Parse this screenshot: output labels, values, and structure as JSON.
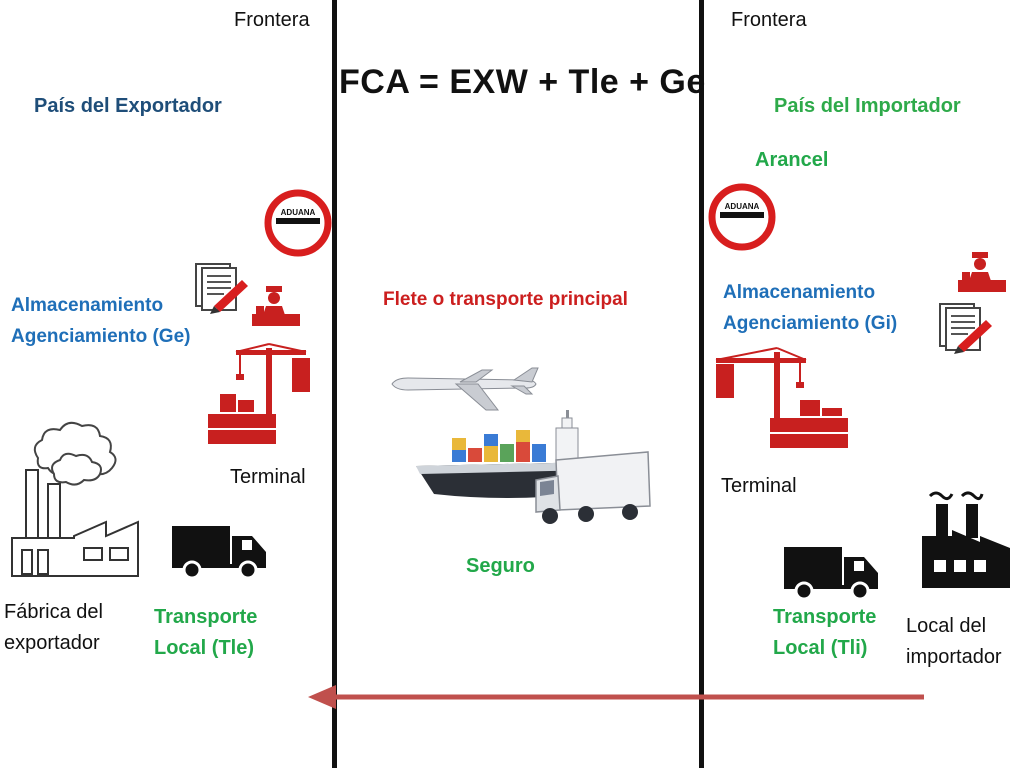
{
  "borders": {
    "left": "Frontera",
    "right": "Frontera"
  },
  "title": "FCA = EXW + Tle + Ge",
  "exporter": {
    "country": "País del Exportador",
    "storage_line1": "Almacenamiento",
    "storage_line2": "Agenciamiento (Ge)",
    "terminal": "Terminal",
    "factory_line1": "Fábrica del",
    "factory_line2": "exportador",
    "transport_line1": "Transporte",
    "transport_line2": "Local (Tle)",
    "customs_sign": "ADUANA"
  },
  "importer": {
    "country": "País del Importador",
    "tariff": "Arancel",
    "storage_line1": "Almacenamiento",
    "storage_line2": "Agenciamiento (Gi)",
    "terminal": "Terminal",
    "local_line1": "Local del",
    "local_line2": "importador",
    "transport_line1": "Transporte",
    "transport_line2": "Local (Tli)",
    "customs_sign": "ADUANA"
  },
  "center": {
    "main_freight": "Flete o transporte principal",
    "insurance": "Seguro"
  },
  "colors": {
    "exporter_blue": "#1f4e79",
    "label_blue": "#1f6fb8",
    "green": "#22a84a",
    "red": "#cc1f1f",
    "crane_red": "#c8201f",
    "arrow": "#c0504d"
  }
}
